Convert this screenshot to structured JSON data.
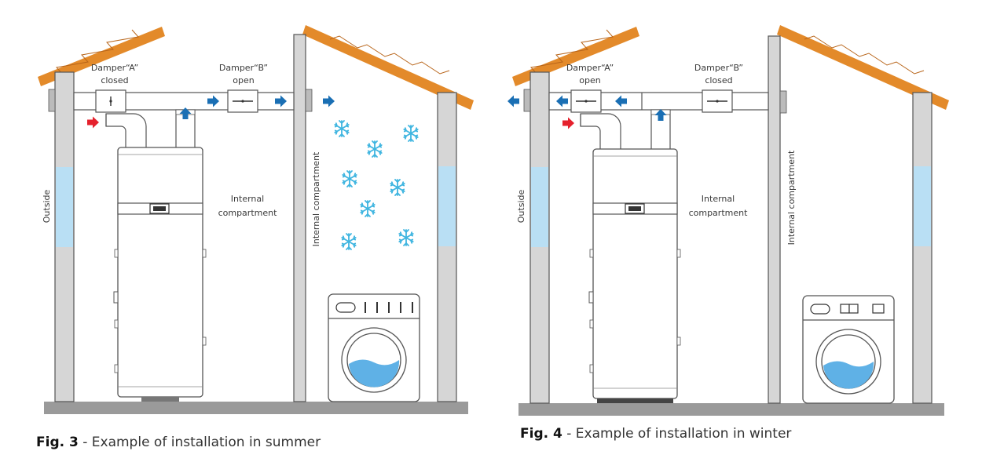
{
  "fig3": {
    "fig_label": "Fig. 3",
    "caption": " - Example of installation in summer",
    "damper_a_title": "Damper“A”",
    "damper_a_state": "closed",
    "damper_b_title": "Damper“B”",
    "damper_b_state": "open",
    "internal_1": "Internal",
    "internal_2": "compartment",
    "internal_vertical": "Internal compartment",
    "outside": "Outside"
  },
  "fig4": {
    "fig_label": "Fig. 4",
    "caption": " - Example of installation in winter",
    "damper_a_title": "Damper“A”",
    "damper_a_state": "open",
    "damper_b_title": "Damper“B”",
    "damper_b_state": "closed",
    "internal_1": "Internal",
    "internal_2": "compartment",
    "internal_vertical": "Internal compartment",
    "outside": "Outside"
  },
  "icons": [
    "snowflake-icon",
    "air-flow-arrow-icon",
    "washing-machine-icon",
    "heat-pump-water-heater-icon"
  ],
  "colors": {
    "roof": "#e38a2a",
    "wall": "#d6d6d6",
    "floor": "#9a9a9a",
    "window": "#b9dff4",
    "arrow_blue": "#1a6fb4",
    "arrow_red": "#e5212d",
    "snow": "#3fb5e0",
    "water": "#5fb1e6"
  }
}
